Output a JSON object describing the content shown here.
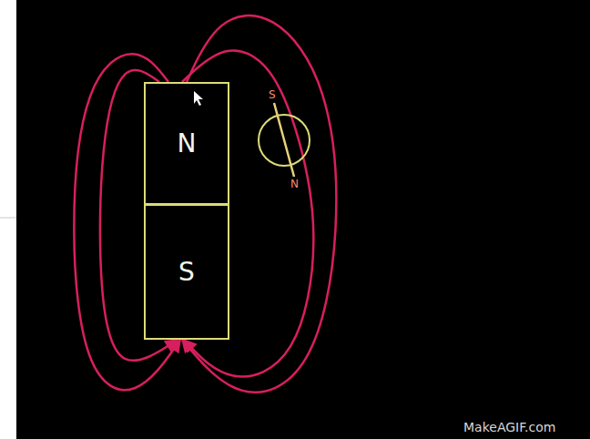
{
  "diagram": {
    "nodes": [
      {
        "text": [
          "N"
        ]
      },
      {
        "text": [
          "S"
        ]
      },
      {
        "text": [
          "S",
          "N"
        ]
      }
    ],
    "edges": [
      {
        "from": 0,
        "to": 1,
        "arrow": "to"
      },
      {
        "from": 0,
        "to": 1,
        "arrow": "to"
      },
      {
        "from": 0,
        "to": 1,
        "arrow": "to"
      },
      {
        "from": 0,
        "to": 1,
        "arrow": "to"
      }
    ],
    "labels": [
      "MakeAGIF.com"
    ]
  }
}
